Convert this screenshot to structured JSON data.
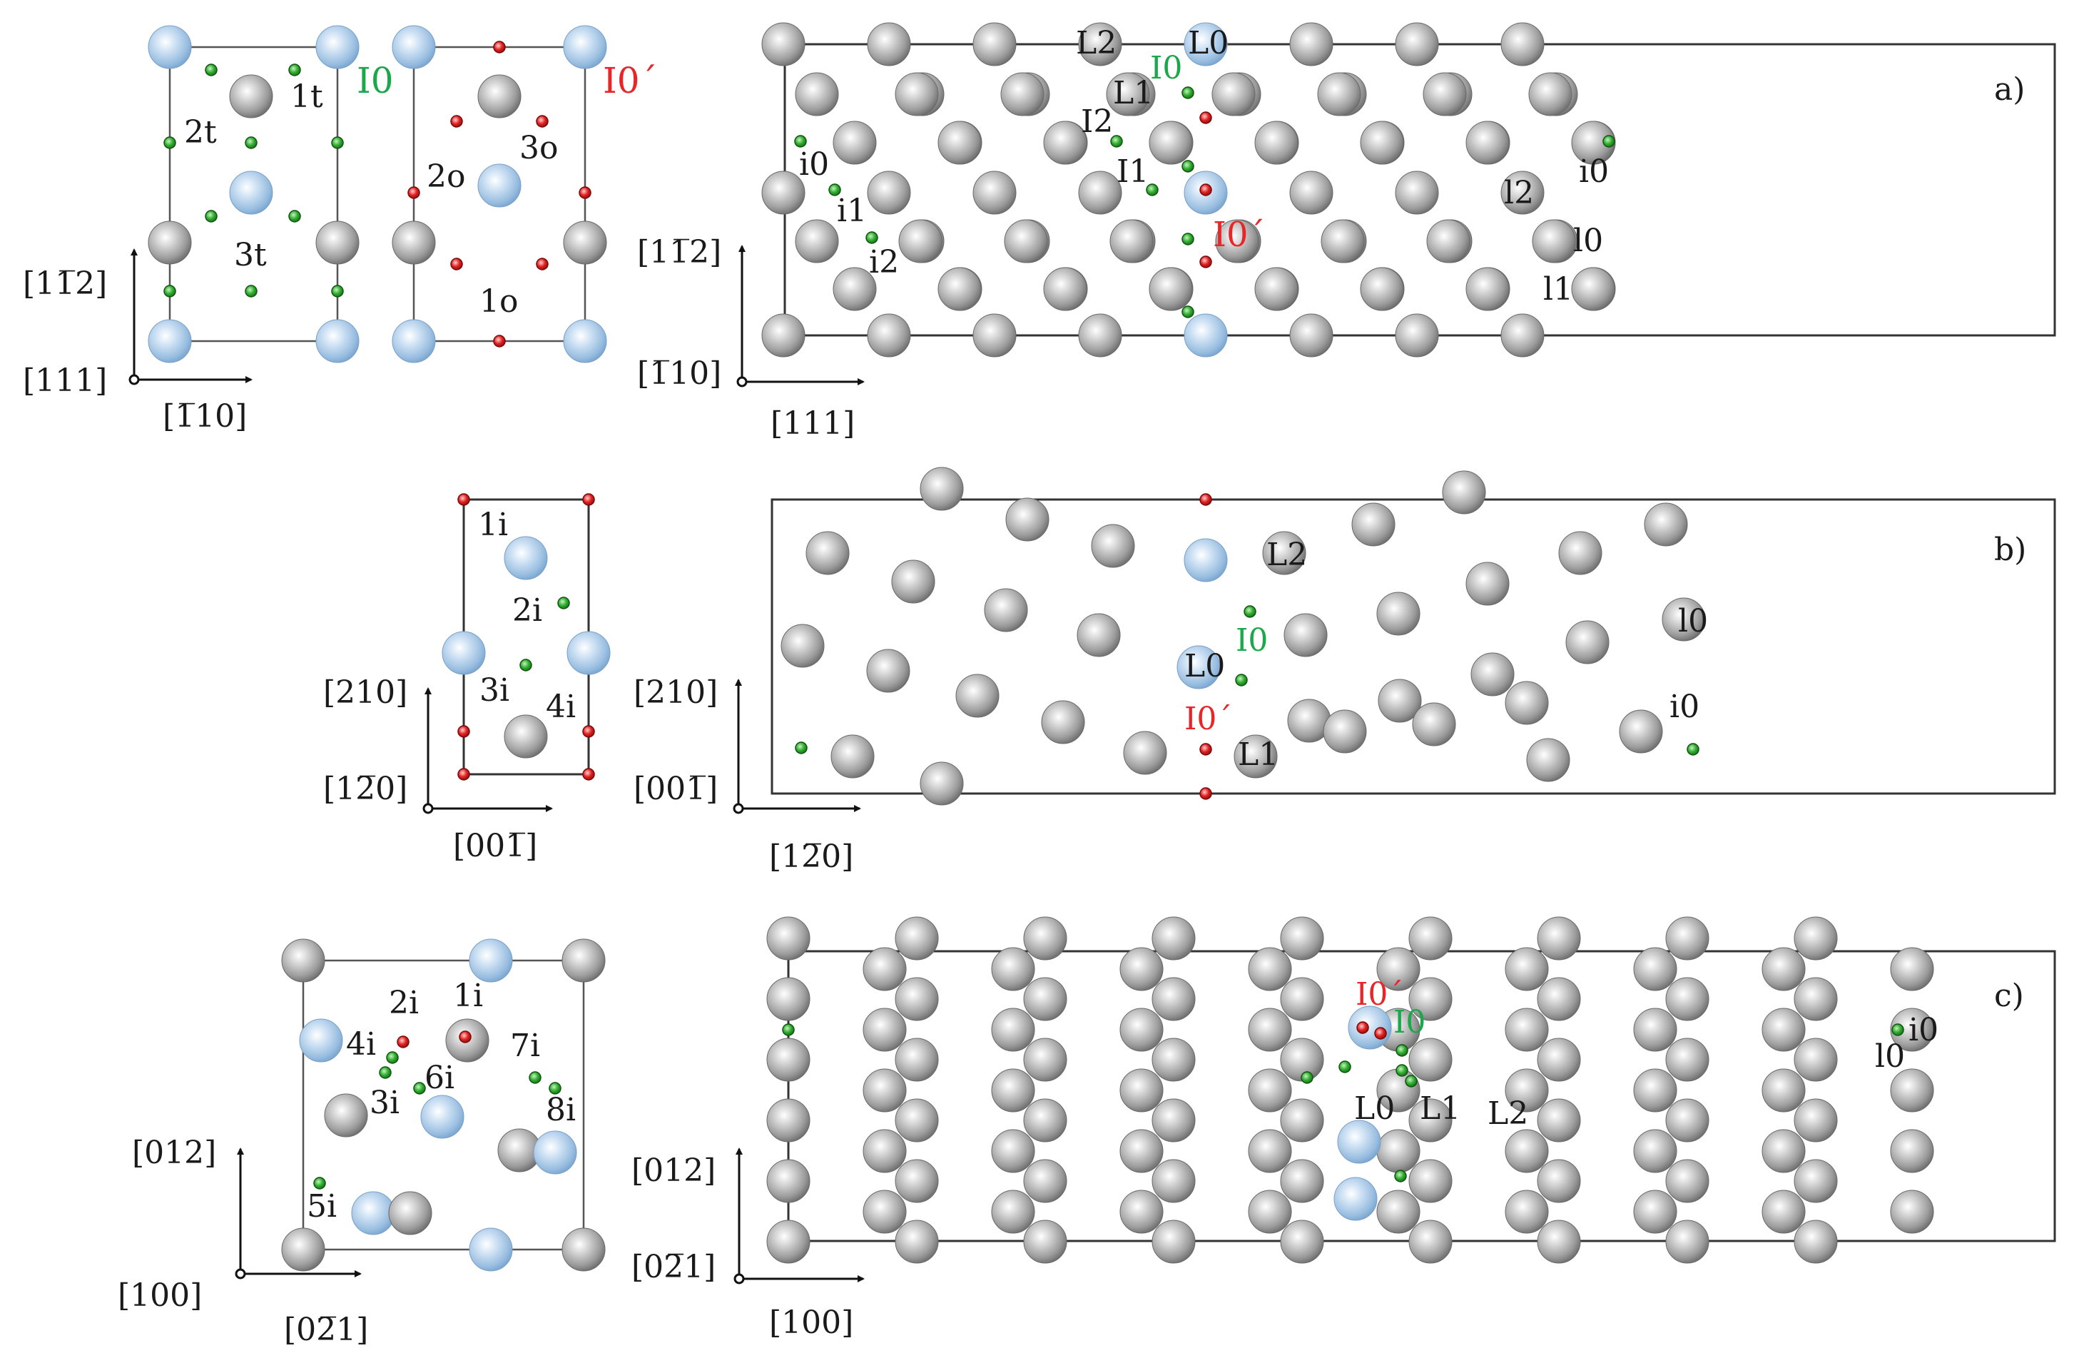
{
  "colors": {
    "host_atom": "#9a9a9a",
    "solute_atom": "#a8c8e8",
    "tetra_site": "#2a9a2a",
    "octa_site": "#e02020",
    "green_label": "#1aa84a",
    "red_label": "#e8262a"
  },
  "panels": {
    "a": {
      "letter": "a)",
      "unit_cell_1": {
        "vertical_axis": "[11̅2]",
        "horizontal_axis": "[1̅10]",
        "normal_axis": "[111]",
        "labels": {
          "t1": "1t",
          "t2": "2t",
          "t3": "3t",
          "I0": "I0"
        }
      },
      "unit_cell_2": {
        "labels": {
          "o1": "1o",
          "o2": "2o",
          "o3": "3o",
          "I0p": "I0´"
        }
      },
      "slab": {
        "vertical_axis": "[11̅2]",
        "horizontal_axis": "[111]",
        "normal_axis": "[1̅10]",
        "labels": {
          "L2": "L2",
          "L0": "L0",
          "I0": "I0",
          "L1": "L1",
          "I2": "I2",
          "I1": "I1",
          "I0p": "I0´",
          "i0_left": "i0",
          "i1": "i1",
          "i2": "i2",
          "l2": "l2",
          "i0_right": "i0",
          "l0": "l0",
          "l1": "l1"
        }
      }
    },
    "b": {
      "letter": "b)",
      "unit_cell": {
        "vertical_axis": "[210]",
        "horizontal_axis": "[001̅]",
        "normal_axis": "[12̅0]",
        "labels": {
          "i1": "1i",
          "i2": "2i",
          "i3": "3i",
          "i4": "4i"
        }
      },
      "slab": {
        "vertical_axis": "[210]",
        "horizontal_axis": "[12̅0]",
        "normal_axis": "[001̅]",
        "labels": {
          "L2": "L2",
          "I0": "I0",
          "L0": "L0",
          "I0p": "I0´",
          "L1": "L1",
          "l0": "l0",
          "i0": "i0"
        }
      }
    },
    "c": {
      "letter": "c)",
      "unit_cell": {
        "vertical_axis": "[012]",
        "horizontal_axis": "[02̅1]",
        "normal_axis": "[100]",
        "labels": {
          "i1": "1i",
          "i2": "2i",
          "i3": "3i",
          "i4": "4i",
          "i5": "5i",
          "i6": "6i",
          "i7": "7i",
          "i8": "8i"
        }
      },
      "slab": {
        "vertical_axis": "[012]",
        "horizontal_axis": "[100]",
        "normal_axis": "[02̅1]",
        "labels": {
          "I0p": "I0´",
          "I0": "I0",
          "i0": "i0",
          "l0": "l0",
          "L0": "L0",
          "L1": "L1",
          "L2": "L2"
        }
      }
    }
  }
}
